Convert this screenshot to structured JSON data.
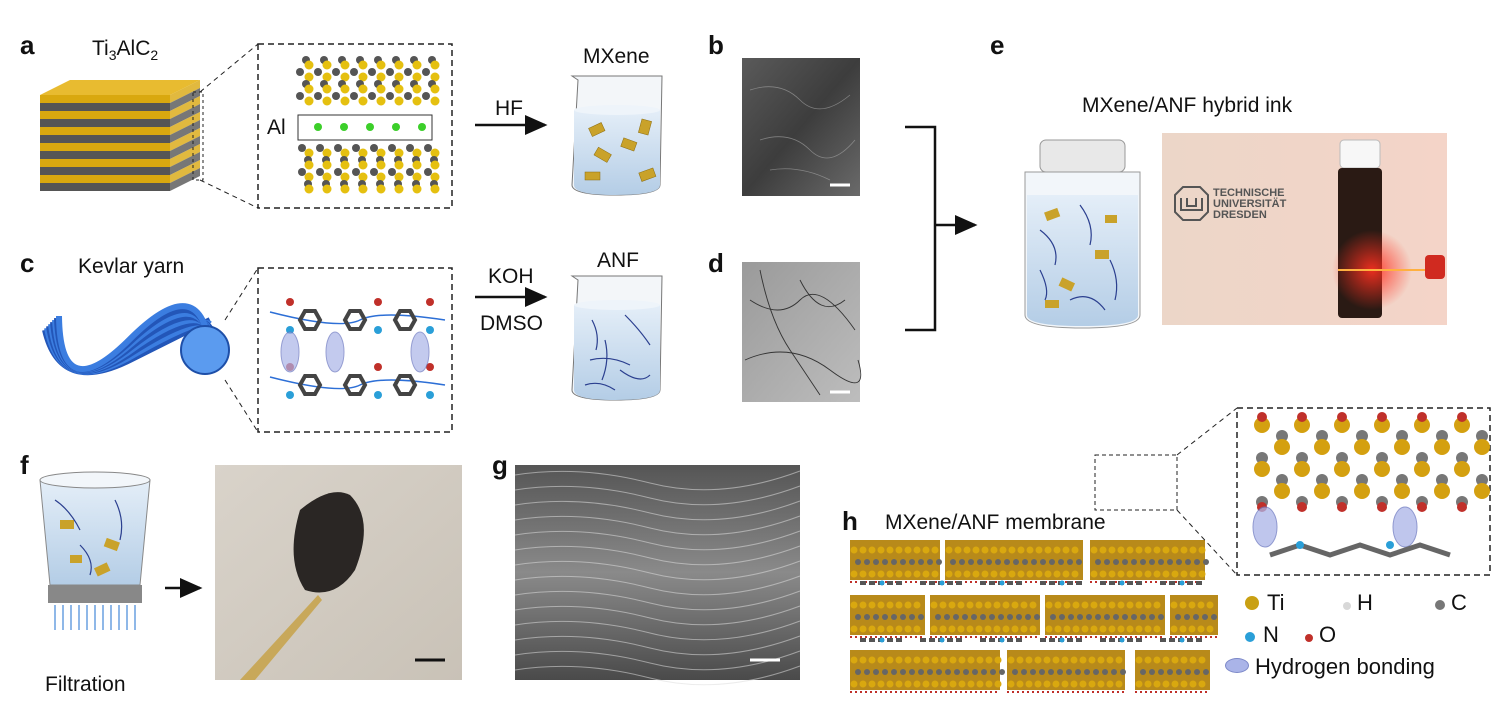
{
  "panels": {
    "a": {
      "label": "a",
      "material": "Ti",
      "material_sub1": "3",
      "material_mid": "AlC",
      "material_sub2": "2",
      "interlayer": "Al",
      "reagent": "HF",
      "product": "MXene"
    },
    "b": {
      "label": "b"
    },
    "c": {
      "label": "c",
      "material": "Kevlar yarn",
      "reagent1": "KOH",
      "reagent2": "DMSO",
      "product": "ANF"
    },
    "d": {
      "label": "d"
    },
    "e": {
      "label": "e",
      "title": "MXene/ANF hybrid ink",
      "logo_text": [
        "TECHNISCHE",
        "UNIVERSITÄT",
        "DRESDEN"
      ]
    },
    "f": {
      "label": "f",
      "caption": "Filtration"
    },
    "g": {
      "label": "g"
    },
    "h": {
      "label": "h",
      "title": "MXene/ANF membrane"
    }
  },
  "legend": [
    {
      "symbol": "Ti",
      "color": "#c9a012"
    },
    {
      "symbol": "H",
      "color": "#d8d8d8"
    },
    {
      "symbol": "C",
      "color": "#777777"
    },
    {
      "symbol": "N",
      "color": "#2a9fd8"
    },
    {
      "symbol": "O",
      "color": "#c0302a"
    },
    {
      "symbol": "Hydrogen bonding",
      "color": "#aab4e8"
    }
  ],
  "colors": {
    "gold": "#d9a80f",
    "gray": "#555555",
    "green": "#3ccf2a",
    "blue": "#2d6fd6",
    "liquid": "#c9dcef"
  }
}
